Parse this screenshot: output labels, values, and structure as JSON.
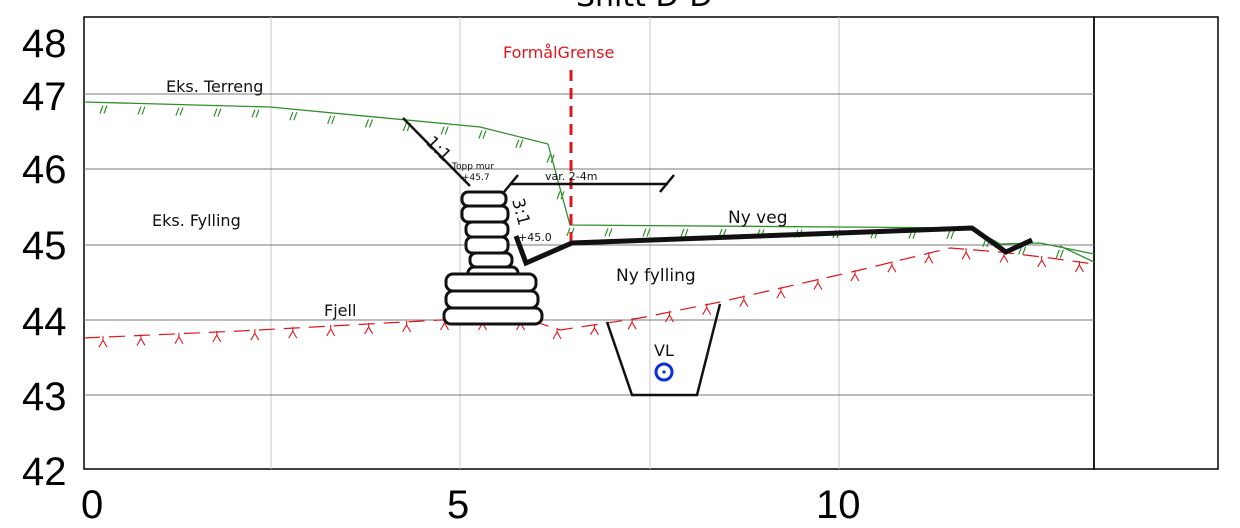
{
  "title": "Snitt D-D",
  "axes": {
    "x_ticks": [
      "0",
      "5",
      "10"
    ],
    "y_ticks": [
      "48",
      "47",
      "46",
      "45",
      "44",
      "43",
      "42"
    ]
  },
  "labels": {
    "existing_terrain": "Eks. Terreng",
    "existing_fill": "Eks. Fylling",
    "bedrock": "Fjell",
    "property_limit": "FormålGrense",
    "slope_upper": "1:1",
    "slope_wall": "3:1",
    "wall_top": "Topp mur",
    "wall_top_level": "+45.7",
    "toe_level": "+45.0",
    "width_dim": "var. 2-4m",
    "new_road": "Ny veg",
    "new_fill": "Ny fylling",
    "water_pipe": "VL"
  },
  "colors": {
    "terrain": "#2f8f2a",
    "bedrock": "#e0161e",
    "limit": "#e0161e",
    "pipe": "#0a2fd6",
    "grid": "#c8c8c8",
    "structure": "#111111"
  },
  "chart_data": {
    "type": "cross-section",
    "title": "Snitt D-D",
    "xlim": [
      0,
      13.3
    ],
    "ylim": [
      42,
      48
    ],
    "grid": true,
    "x_ticks": [
      0,
      5,
      10
    ],
    "y_ticks": [
      42,
      43,
      44,
      45,
      46,
      47,
      48
    ],
    "existing_terrain": [
      [
        0,
        46.9
      ],
      [
        2.5,
        46.85
      ],
      [
        5.2,
        46.6
      ],
      [
        6.1,
        46.3
      ],
      [
        6.4,
        45.25
      ],
      [
        11.8,
        45.2
      ],
      [
        12.2,
        45.05
      ],
      [
        13.3,
        44.95
      ]
    ],
    "bedrock": [
      [
        0,
        43.8
      ],
      [
        2,
        43.88
      ],
      [
        4,
        43.95
      ],
      [
        5.1,
        44.0
      ],
      [
        6.3,
        43.92
      ],
      [
        7.5,
        44.0
      ],
      [
        9,
        44.3
      ],
      [
        10.5,
        44.75
      ],
      [
        11.6,
        44.95
      ],
      [
        12.4,
        44.85
      ],
      [
        13.3,
        44.6
      ]
    ],
    "new_road": [
      [
        5.8,
        44.75
      ],
      [
        6.4,
        45.05
      ],
      [
        11.8,
        45.2
      ],
      [
        12.3,
        44.9
      ],
      [
        12.6,
        45.05
      ]
    ],
    "upper_slope": [
      [
        4.3,
        46.65
      ],
      [
        5.1,
        45.8
      ]
    ],
    "property_limit_x": 6.4,
    "width_dimension": [
      [
        5.6,
        45.8
      ],
      [
        7.7,
        45.8
      ]
    ],
    "pipe_trench": [
      [
        6.8,
        44.0
      ],
      [
        7.2,
        43.0
      ],
      [
        8.0,
        43.0
      ],
      [
        8.3,
        44.2
      ]
    ],
    "water_pipe": [
      7.6,
      43.3
    ]
  }
}
